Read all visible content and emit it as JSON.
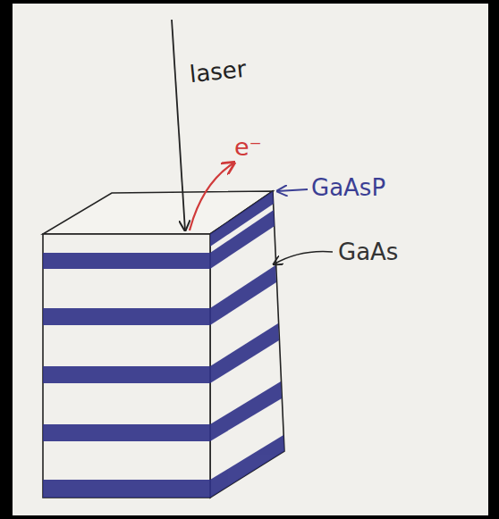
{
  "diagram": {
    "labels": [
      "laser",
      "e⁻",
      "GaAsP",
      "GaAs"
    ]
  }
}
